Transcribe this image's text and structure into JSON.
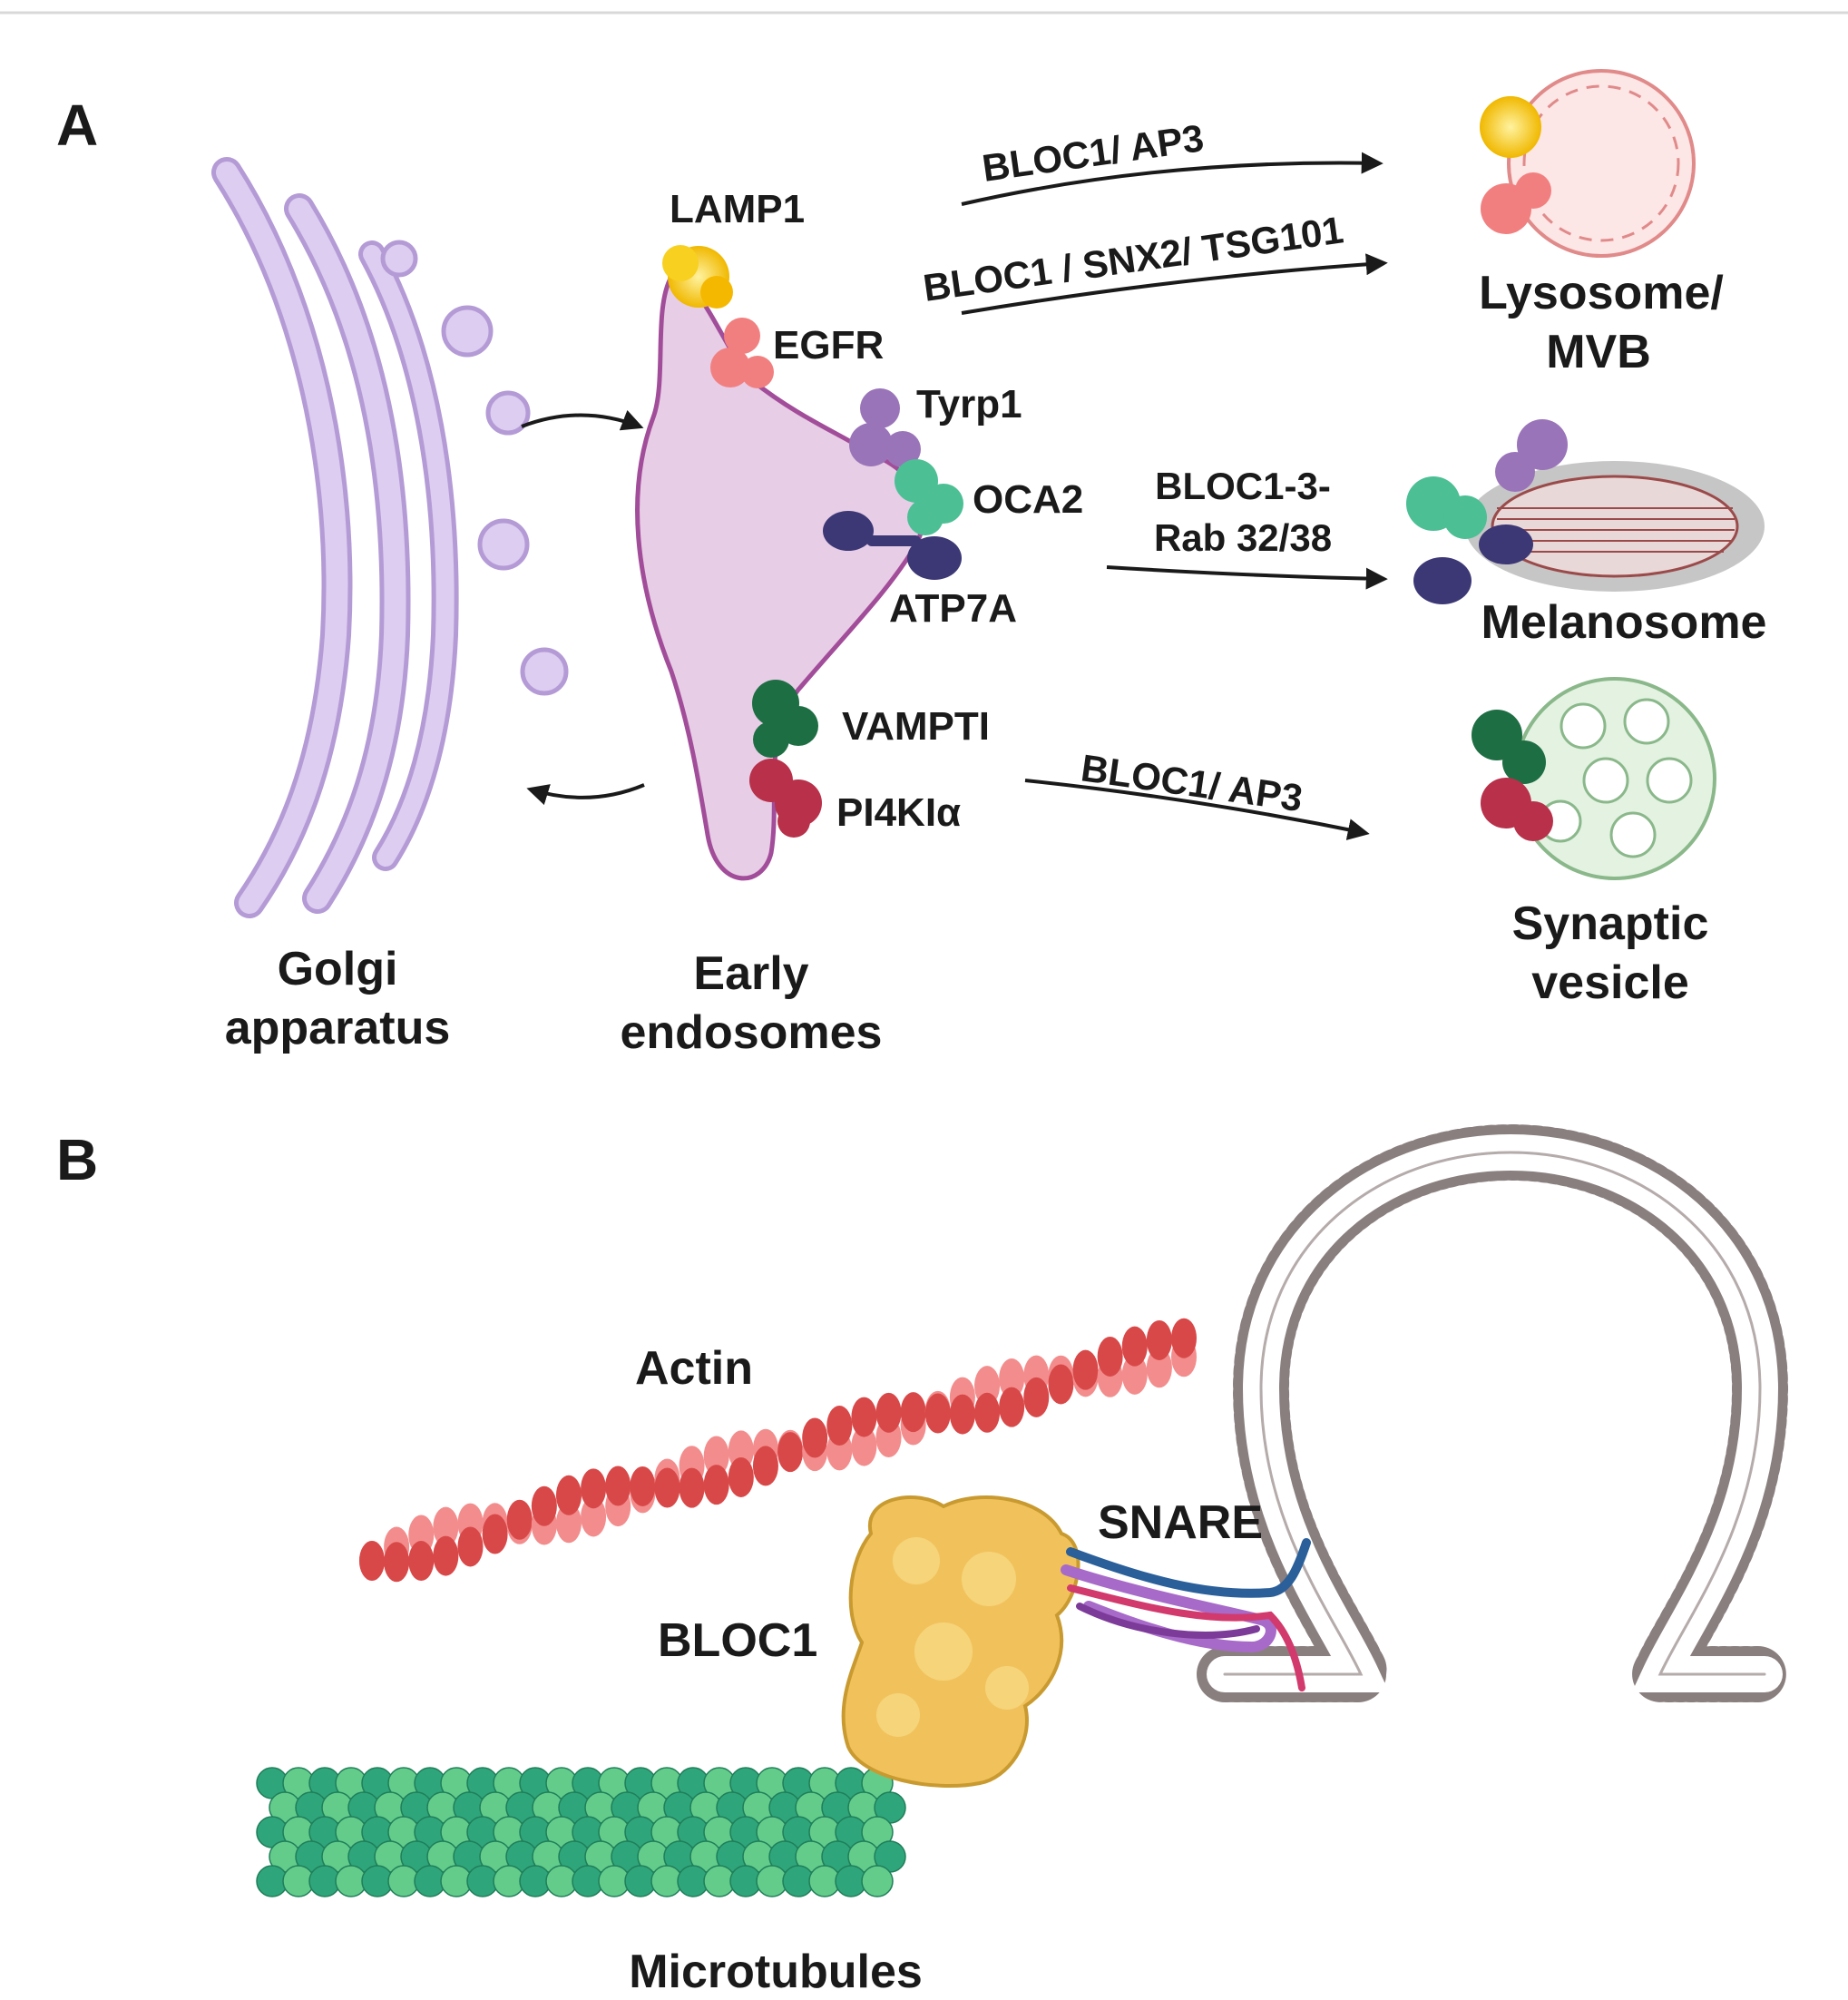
{
  "panels": {
    "a": "A",
    "b": "B"
  },
  "organelles": {
    "golgi": [
      "Golgi",
      "apparatus"
    ],
    "endosome": [
      "Early",
      "endosomes"
    ],
    "lysosome": [
      "Lysosome/",
      "MVB"
    ],
    "melanosome": "Melanosome",
    "synaptic": [
      "Synaptic",
      "vesicle"
    ]
  },
  "proteins": {
    "lamp1": "LAMP1",
    "egfr": "EGFR",
    "tyrp1": "Tyrp1",
    "oca2": "OCA2",
    "atp7a": "ATP7A",
    "vampti": "VAMPTI",
    "pi4k": "PI4KIα"
  },
  "pathways": {
    "p1": "BLOC1/ AP3",
    "p2": "BLOC1 / SNX2/ TSG101",
    "p3": [
      "BLOC1-3-",
      "Rab 32/38"
    ],
    "p4": "BLOC1/ AP3"
  },
  "panel_b": {
    "actin": "Actin",
    "snare": "SNARE",
    "bloc1": "BLOC1",
    "microtubules": "Microtubules"
  },
  "colors": {
    "golgi": "#cdb8e6",
    "endosome": "#e7cde6",
    "lamp1": "#f5c400",
    "egfr": "#f27f7f",
    "tyrp1": "#9a74b8",
    "oca2": "#4cbf95",
    "atp7a": "#3c3875",
    "vampti": "#1e6e44",
    "pi4k": "#b8304a",
    "actin": "#ee6a6a",
    "microtubule": "#37b787",
    "bloc1": "#f1c25c",
    "membrane": "#8a7f7f"
  }
}
